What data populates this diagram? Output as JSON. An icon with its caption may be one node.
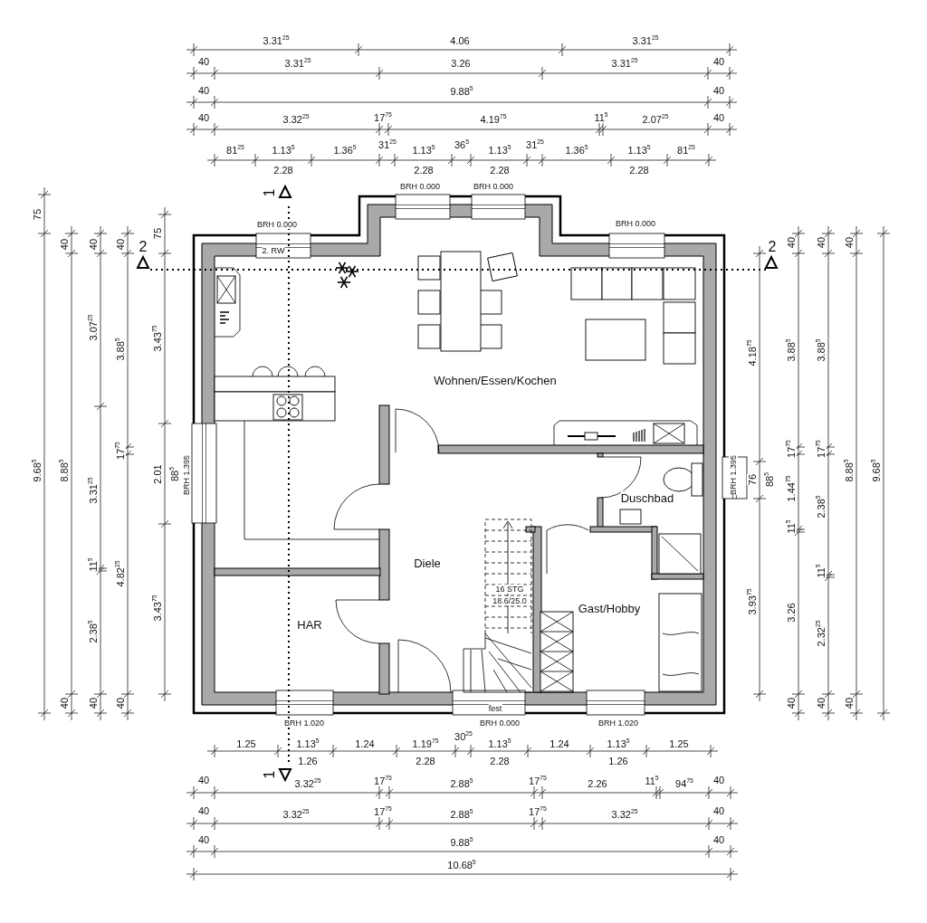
{
  "diagram": {
    "labels": [
      "3.31$^{25}$",
      "4.06",
      "3.31$^{25}$",
      "40",
      "3.31$^{25}$",
      "3.26",
      "3.31$^{25}$",
      "40",
      "40",
      "9.88$^{5}$",
      "40",
      "40",
      "3.32$^{25}$",
      "17$^{75}$",
      "4.19$^{75}$",
      "11$^{5}$",
      "2.07$^{25}$",
      "40",
      "81$^{25}$",
      "1.13$^{5}$",
      "1.36$^{5}$",
      "31$^{25}$",
      "1.13$^{5}$",
      "36$^{5}$",
      "1.13$^{5}$",
      "31$^{25}$",
      "1.36$^{5}$",
      "1.13$^{5}$",
      "81$^{25}$",
      "2.28",
      "2.28",
      "2.28",
      "2.28",
      "BRH 0.000",
      "BRH 0.000",
      "1",
      "BRH 0.000",
      "BRH 0.000",
      "2",
      "2",
      "2. RW",
      "75",
      "9.68$^{5}$",
      "40",
      "8.88$^{5}$",
      "40",
      "40",
      "3.07$^{25}$",
      "3.31$^{25}$",
      "11$^{5}$",
      "2.38$^{5}$",
      "40",
      "40",
      "3.88$^{5}$",
      "17$^{75}$",
      "4.82$^{25}$",
      "40",
      "75",
      "3.43$^{75}$",
      "2.01",
      "88$^{5}$",
      "3.43$^{75}$",
      "BRH 1.395",
      "Wohnen/Essen/Kochen",
      "Duschbad",
      "Diele",
      "16 STG",
      "18.6/25.0",
      "Gast/Hobby",
      "HAR",
      "BRH 1.395",
      "4.18$^{75}$",
      "76",
      "88$^{5}$",
      "3.93$^{75}$",
      "40",
      "3.88$^{5}$",
      "17$^{75}$",
      "1.44$^{75}$",
      "11$^{5}$",
      "3.26",
      "40",
      "40",
      "3.88$^{5}$",
      "17$^{75}$",
      "2.38$^{5}$",
      "11$^{5}$",
      "2.32$^{25}$",
      "40",
      "40",
      "8.88$^{5}$",
      "40",
      "9.68$^{5}$",
      "fest",
      "BRH 1.020",
      "BRH 0.000",
      "BRH 1.020",
      "1.25",
      "1.13$^{5}$",
      "1.24",
      "1.19$^{75}$",
      "30$^{25}$",
      "1.13$^{5}$",
      "1.24",
      "1.13$^{5}$",
      "1.25",
      "1.26",
      "2.28",
      "2.28",
      "1.26",
      "40",
      "1",
      "3.32$^{25}$",
      "17$^{75}$",
      "2.88$^{5}$",
      "17$^{75}$",
      "2.26",
      "11$^{5}$",
      "94$^{75}$",
      "40",
      "40",
      "3.32$^{25}$",
      "17$^{75}$",
      "2.88$^{5}$",
      "17$^{75}$",
      "3.32$^{25}$",
      "40",
      "40",
      "9.88$^{5}$",
      "40",
      "10.68$^{5}$"
    ]
  }
}
